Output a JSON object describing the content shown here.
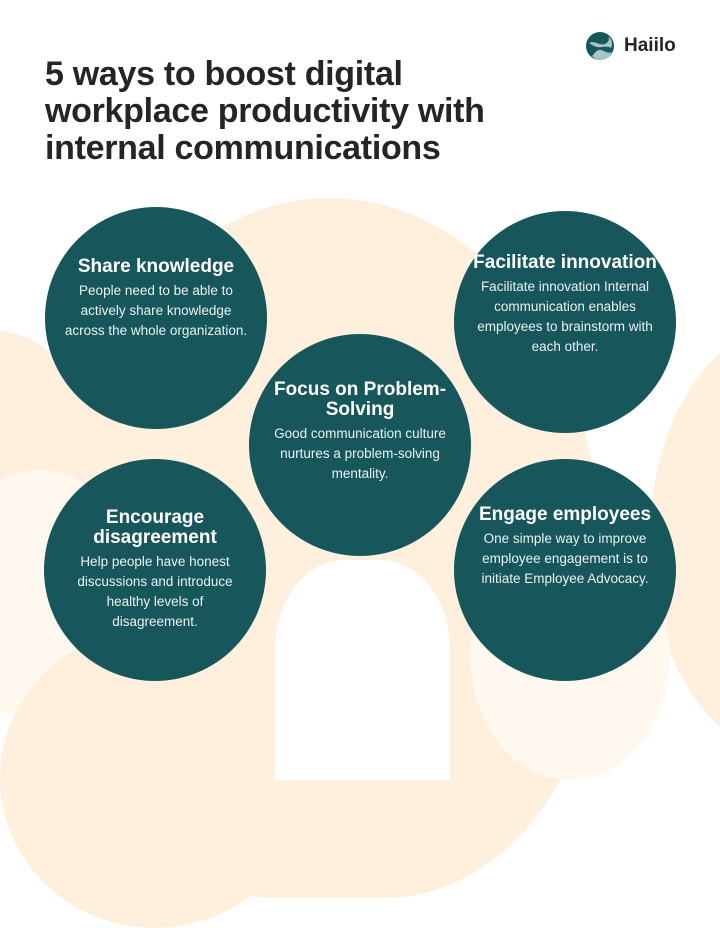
{
  "brand": {
    "name": "Haiilo",
    "teal": "#17575C",
    "beige": "#FEF0DC",
    "text": "#252428"
  },
  "header": {
    "title": "5 ways to boost digital workplace productivity with internal communications"
  },
  "cards": [
    {
      "title": "Share knowledge",
      "body": "People need to be able to actively share knowledge across the whole organization."
    },
    {
      "title": "Facilitate innovation",
      "body": "Facilitate innovation Internal communication enables employees to brainstorm with each other."
    },
    {
      "title": "Focus on Problem-Solving",
      "body": "Good communication culture nurtures a problem-solving mentality."
    },
    {
      "title": "Encourage disagreement",
      "body": "Help people have honest discussions and introduce healthy levels of disagreement."
    },
    {
      "title": "Engage employees",
      "body": "One simple way to improve employee engagement is to initiate Employee Advocacy."
    }
  ]
}
